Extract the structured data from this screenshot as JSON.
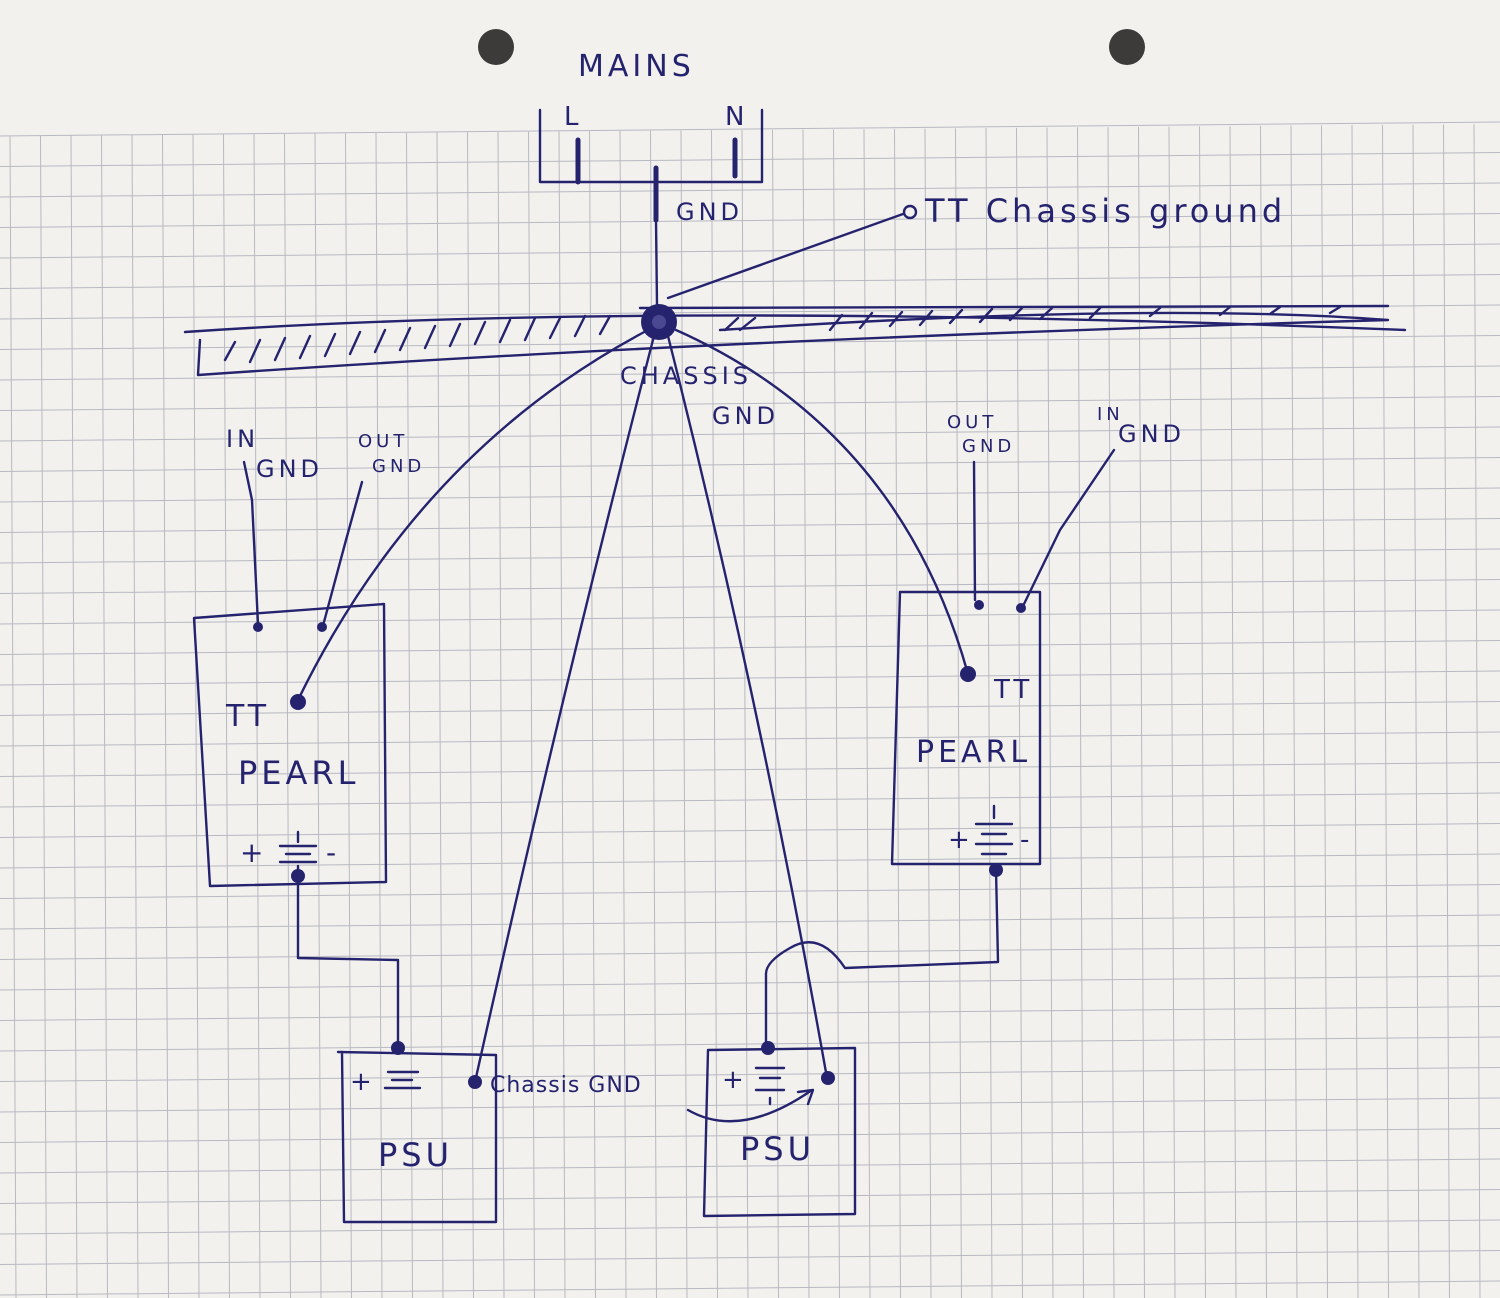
{
  "mains": {
    "title": "MAINS",
    "live": "L",
    "neutral": "N",
    "gnd": "GND"
  },
  "chassis": {
    "label_line1": "CHASSIS",
    "label_line2": "GND"
  },
  "tt_chassis_ground": "TT Chassis ground",
  "left_pearl": {
    "in_gnd_line1": "IN",
    "in_gnd_line2": "GND",
    "out_gnd_line1": "OUT",
    "out_gnd_line2": "GND",
    "tt": "TT",
    "name": "PEARL",
    "plus": "+",
    "minus": "-"
  },
  "right_pearl": {
    "out_gnd_line1": "OUT",
    "out_gnd_line2": "GND",
    "in_gnd_line1": "IN",
    "in_gnd_line2": "GND",
    "tt": "TT",
    "name": "PEARL",
    "plus": "+",
    "minus": "-"
  },
  "left_psu": {
    "name": "PSU",
    "plus": "+",
    "chassis_gnd": "Chassis GND"
  },
  "right_psu": {
    "name": "PSU",
    "plus": "+"
  },
  "colors": {
    "ink": "#25236e",
    "paper": "#f2f1ee",
    "grid": "#b8b9c2"
  }
}
